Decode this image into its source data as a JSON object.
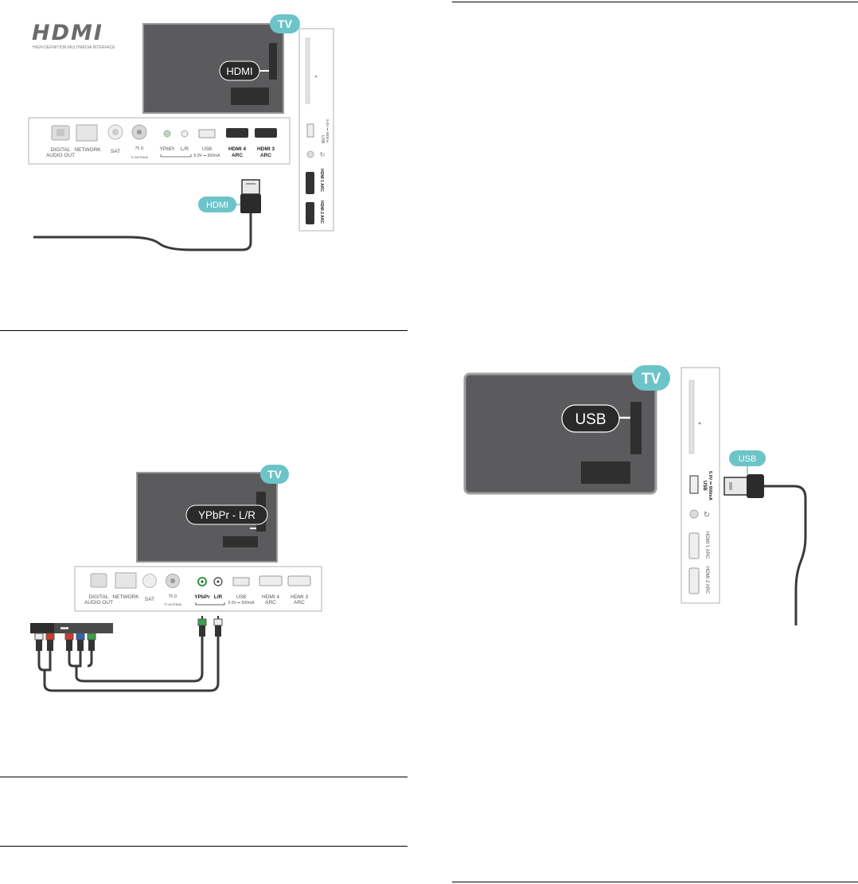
{
  "logo": {
    "word": "HDMI",
    "tagline": "HIGH-DEFINITION MULTIMEDIA INTERFACE"
  },
  "colors": {
    "tv_screen": "#5b5b5d",
    "tv_frame": "#9e9e9e",
    "badge_teal": "#6cc4c8",
    "callout_dark": "#2a2a2a",
    "cable": "#3a3a3a",
    "panel_border": "#bdbdbd",
    "rca_red": "#d23a2a",
    "rca_blue": "#2d63b0",
    "rca_green": "#3aa04a",
    "rca_white": "#ececec"
  },
  "icons": [
    "tv-badge-icon",
    "hdmi-plug-icon",
    "usb-plug-icon",
    "rca-connector-icon",
    "optical-port-icon",
    "ethernet-port-icon",
    "coax-port-icon",
    "headphone-port-icon"
  ],
  "diagram_hdmi": {
    "tv_badge": "TV",
    "callout": "HDMI",
    "plug_badge": "HDMI",
    "rear_panel": {
      "digital_audio_out": [
        "DIGITAL",
        "AUDIO OUT"
      ],
      "network": "NETWORK",
      "sat": "SAT",
      "antenna": [
        "75 Ω",
        "TV ANTENNA"
      ],
      "ypbpr": "YPbPr",
      "lr": "L/R",
      "usb": [
        "USB",
        "5.0V ⎓ 500mA"
      ],
      "hdmi4": [
        "HDMI 4",
        "ARC"
      ],
      "hdmi3": [
        "HDMI 3",
        "ARC"
      ]
    },
    "side_panel": {
      "usb": [
        "USB",
        "5.0V ⎓ 900mA"
      ],
      "hdmi1": "HDMI 1 ARC",
      "hdmi2": "HDMI 2 ARC"
    }
  },
  "diagram_ypbpr": {
    "tv_badge": "TV",
    "callout": "YPbPr - L/R",
    "rear_panel": {
      "digital_audio_out": [
        "DIGITAL",
        "AUDIO OUT"
      ],
      "network": "NETWORK",
      "sat": "SAT",
      "antenna": [
        "75 Ω",
        "TV ANTENNA"
      ],
      "ypbpr": "YPbPr",
      "lr": "L/R",
      "usb": [
        "USB",
        "5.0V ⎓ 500mA"
      ],
      "hdmi4": [
        "HDMI 4",
        "ARC"
      ],
      "hdmi3": [
        "HDMI 3",
        "ARC"
      ]
    }
  },
  "diagram_usb": {
    "tv_badge": "TV",
    "callout": "USB",
    "plug_badge": "USB",
    "side_panel": {
      "usb": [
        "USB",
        "5.0V ⎓ 900mA"
      ],
      "hdmi1": "HDMI 1 ARC",
      "hdmi2": "HDMI 2 ARC"
    }
  }
}
